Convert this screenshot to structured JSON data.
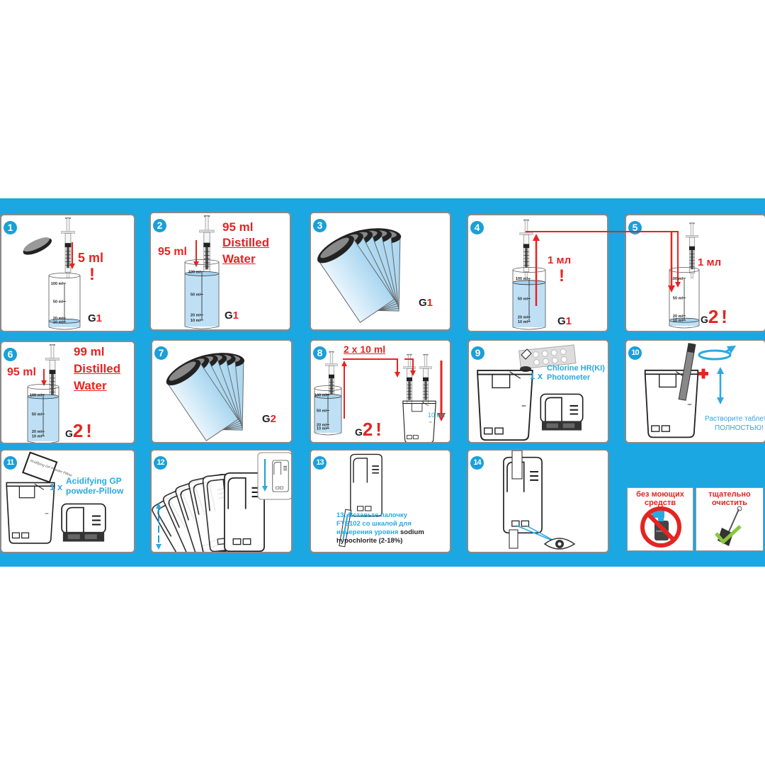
{
  "colors": {
    "background_band": "#1aa7e2",
    "accent_red": "#e52421",
    "accent_blue": "#2aa9e0",
    "step_badge": "#1a9fd9"
  },
  "beaker_scale": [
    "100 ml",
    "50 ml",
    "20 ml",
    "10 ml"
  ],
  "panels": [
    {
      "step": "1",
      "amount": "5 ml",
      "warning": "!",
      "group": "G",
      "group_num": "1",
      "water_level": 0.12
    },
    {
      "step": "2",
      "amount_left": "95 ml",
      "amount_right": "95 ml",
      "line1": "Distilled",
      "line2": "Water",
      "group": "G",
      "group_num": "1",
      "water_level": 0.82
    },
    {
      "step": "3",
      "group": "G",
      "group_num": "1"
    },
    {
      "step": "4",
      "amount": "1 мл",
      "warning": "!",
      "group": "G",
      "group_num": "1",
      "water_level": 0.78
    },
    {
      "step": "5",
      "amount": "1 мл",
      "group": "G",
      "group_num": "2",
      "warning": "!",
      "water_level": 0.1
    },
    {
      "step": "6",
      "amount_left": "95 ml",
      "amount_right": "99 ml",
      "line1": "Distilled",
      "line2": "Water",
      "group": "G",
      "group_num": "2",
      "warning": "!",
      "water_level": 0.82
    },
    {
      "step": "7",
      "group": "G",
      "group_num": "2"
    },
    {
      "step": "8",
      "transfer": "2 x 10 ml",
      "volume": "10 мл",
      "group": "G",
      "group_num": "2",
      "warning": "!",
      "water_level": 0.82
    },
    {
      "step": "9",
      "qty": "1 x",
      "reagent_line1": "Chlorine HR(KI)",
      "reagent_line2": "Photometer"
    },
    {
      "step": "10",
      "instruction_line1": "Растворите таблетку",
      "instruction_line2": "ПОЛНОСТЬЮ!"
    },
    {
      "step": "11",
      "qty": "1 x",
      "reagent_line1": "Acidifying GP",
      "reagent_line2": "powder-Pillow",
      "pouch_label": "Acidifying GP Powder Pillow"
    },
    {
      "step": "12"
    },
    {
      "step": "13",
      "text_line1": "13: Вставьте палочку",
      "text_line2": "FTS102 со шкалой для",
      "text_line3a": "измерения уровня ",
      "text_line3b": "sodium",
      "text_line4": "hypochlorite  (2-18%)"
    },
    {
      "step": "14"
    }
  ],
  "signs": [
    {
      "label": "без моющих средств",
      "bottle_label": "Detergent"
    },
    {
      "label": "тщательно очистить"
    }
  ]
}
